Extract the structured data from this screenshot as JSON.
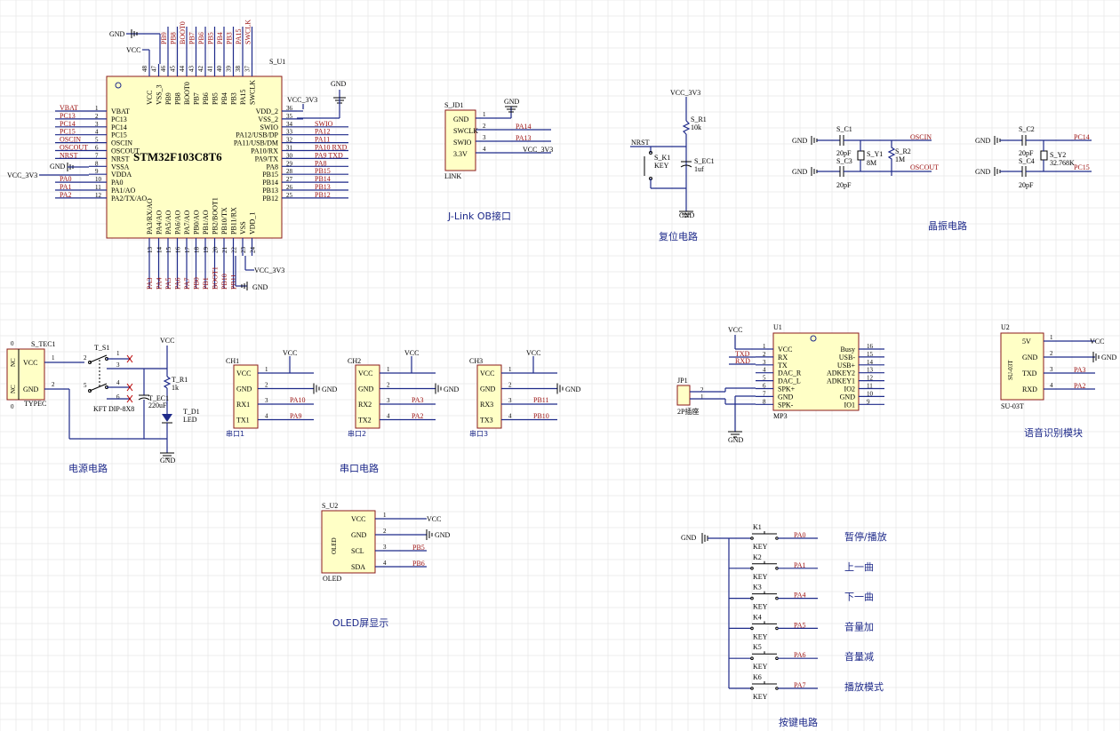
{
  "mcu": {
    "ref": "S_U1",
    "part": "STM32F103C8T6",
    "top_nets": [
      "PB9",
      "PB8",
      "BOOT0",
      "PB7",
      "PB6",
      "PB5",
      "PB4",
      "PB3",
      "PA15",
      "SWCLK"
    ],
    "top_pins": [
      "VCC",
      "VSS_3",
      "PB9",
      "PB8",
      "BOOT0",
      "PB7",
      "PB6",
      "PB5",
      "PB4",
      "PB3",
      "PA15",
      "SWCLK"
    ],
    "top_nums": [
      "48",
      "47",
      "46",
      "45",
      "44",
      "43",
      "42",
      "41",
      "40",
      "39",
      "38",
      "37"
    ],
    "left_nets": [
      "VBAT",
      "PC13",
      "PC14",
      "PC15",
      "OSCIN",
      "OSCOUT",
      "NRST",
      "",
      "",
      "PA0",
      "PA1",
      "PA2"
    ],
    "left_pins": [
      "VBAT",
      "PC13",
      "PC14",
      "PC15",
      "OSCIN",
      "OSCOUT",
      "NRST",
      "VSSA",
      "VDDA",
      "PA0",
      "PA1/AO",
      "PA2/TX/AO"
    ],
    "left_nums": [
      "1",
      "2",
      "3",
      "4",
      "5",
      "6",
      "7",
      "8",
      "9",
      "10",
      "11",
      "12"
    ],
    "right_pins": [
      "VDD_2",
      "VSS_2",
      "SWIO",
      "PA12/USB/DP",
      "PA11/USB/DM",
      "PA10/RX",
      "PA9/TX",
      "PA8",
      "PB15",
      "PB14",
      "PB13",
      "PB12"
    ],
    "right_nums": [
      "36",
      "35",
      "34",
      "33",
      "32",
      "31",
      "30",
      "29",
      "28",
      "27",
      "26",
      "25"
    ],
    "right_nets": [
      "",
      "",
      "SWIO",
      "PA12",
      "PA11",
      "PA10 RXD",
      "PA9 TXD",
      "PA8",
      "PB15",
      "PB14",
      "PB13",
      "PB12"
    ],
    "bottom_pins": [
      "PA3/RX/AO",
      "PA4/AO",
      "PA5/AO",
      "PA6/AO",
      "PA7/AO",
      "PB0/AO",
      "PB1/AO",
      "PB2/BOOT1",
      "PB10/TX",
      "PB11/RX",
      "VSS",
      "VDD_1"
    ],
    "bottom_nums": [
      "13",
      "14",
      "15",
      "16",
      "17",
      "18",
      "19",
      "20",
      "21",
      "22",
      "23",
      "24"
    ],
    "bottom_nets": [
      "PA3",
      "PA4",
      "PA5",
      "PA6",
      "PA7",
      "PB0",
      "PB1",
      "BOOT1",
      "PB10",
      "PB11"
    ],
    "gnd": "GND",
    "vcc": "VCC",
    "vcc33": "VCC_3V3"
  },
  "jlink": {
    "ref": "S_JD1",
    "footer": "LINK",
    "pins": [
      "GND",
      "SWCLK",
      "SWIO",
      "3.3V"
    ],
    "nums": [
      "1",
      "2",
      "3",
      "4"
    ],
    "nets": [
      "",
      "PA14",
      "PA13",
      "VCC_3V3"
    ],
    "gnd": "GND",
    "caption": "J-Link OB接口"
  },
  "reset": {
    "vcc": "VCC_3V3",
    "r_ref": "S_R1",
    "r_val": "10k",
    "net": "NRST",
    "k_ref": "S_K1",
    "k_val": "KEY",
    "c_ref": "S_EC1",
    "c_val": "1uf",
    "gnd": "GND",
    "caption": "复位电路"
  },
  "crystal": {
    "gnd": "GND",
    "c1": "S_C1",
    "c3": "S_C3",
    "c1v": "20pF",
    "c3v": "20pF",
    "y1": "S_Y1",
    "y1v": "8M",
    "r2": "S_R2",
    "r2v": "1M",
    "oscin": "OSCIN",
    "oscout": "OSCOUT",
    "c2": "S_C2",
    "c4": "S_C4",
    "c2v": "20pF",
    "c4v": "20pF",
    "y2": "S_Y2",
    "y2v": "32.768K",
    "pc14": "PC14",
    "pc15": "PC15",
    "caption": "晶振电路"
  },
  "power": {
    "ref": "S_TEC1",
    "part": "TYPEC",
    "pins": [
      "VCC",
      "GND"
    ],
    "nc": "NC",
    "nums": [
      "1",
      "2"
    ],
    "sw_ref": "T_S1",
    "sw_part": "KFT DIP-8X8",
    "sw_nums": [
      "2",
      "1",
      "3",
      "4",
      "5",
      "6"
    ],
    "vcc": "VCC",
    "r_ref": "T_R1",
    "r_val": "1k",
    "c_ref": "T_EC1",
    "c_val": "220uF",
    "d_ref": "T_D1",
    "d_val": "LED",
    "gnd": "GND",
    "zero": "0",
    "caption": "电源电路"
  },
  "uarts": {
    "modules": [
      {
        "ref": "CH1",
        "foot": "串口1",
        "pins": [
          "VCC",
          "GND",
          "RX1",
          "TX1"
        ],
        "nets": [
          "VCC",
          "GND",
          "PA10",
          "PA9"
        ]
      },
      {
        "ref": "CH2",
        "foot": "串口2",
        "pins": [
          "VCC",
          "GND",
          "RX2",
          "TX2"
        ],
        "nets": [
          "VCC",
          "GND",
          "PA3",
          "PA2"
        ]
      },
      {
        "ref": "CH3",
        "foot": "串口3",
        "pins": [
          "VCC",
          "GND",
          "RX3",
          "TX3"
        ],
        "nets": [
          "VCC",
          "GND",
          "PB11",
          "PB10"
        ]
      }
    ],
    "nums": [
      "1",
      "2",
      "3",
      "4"
    ],
    "caption": "串口电路"
  },
  "mp3": {
    "ref": "U1",
    "foot": "MP3",
    "vcc": "VCC",
    "txd": "TXD",
    "rxd": "RXD",
    "left_pins": [
      "VCC",
      "RX",
      "TX",
      "DAC_R",
      "DAC_L",
      "SPK+",
      "GND",
      "SPK-"
    ],
    "left_nums": [
      "1",
      "2",
      "3",
      "4",
      "5",
      "6",
      "7",
      "8"
    ],
    "right_pins": [
      "Busy",
      "USB-",
      "USB+",
      "ADKEY2",
      "ADKEY1",
      "IO2",
      "GND",
      "IO1"
    ],
    "right_nums": [
      "16",
      "15",
      "14",
      "13",
      "12",
      "11",
      "10",
      "9"
    ],
    "jp_ref": "JP1",
    "jp_foot": "2P插座",
    "jp_nums": [
      "2",
      "1"
    ],
    "gnd": "GND"
  },
  "voice": {
    "ref": "U2",
    "foot": "SU-03T",
    "chip_label": "SU-03T",
    "pins": [
      "5V",
      "GND",
      "TXD",
      "RXD"
    ],
    "nums": [
      "1",
      "2",
      "3",
      "4"
    ],
    "nets": [
      "VCC",
      "GND",
      "PA3",
      "PA2"
    ],
    "caption": "语音识别模块"
  },
  "oled": {
    "ref": "S_U2",
    "foot": "OLED",
    "chip_label": "OLED",
    "pins": [
      "VCC",
      "GND",
      "SCL",
      "SDA"
    ],
    "nums": [
      "1",
      "2",
      "3",
      "4"
    ],
    "nets": [
      "VCC",
      "GND",
      "PB5",
      "PB6"
    ],
    "caption": "OLED屏显示"
  },
  "keys": {
    "gnd": "GND",
    "items": [
      {
        "ref": "K1",
        "val": "KEY",
        "net": "PA0",
        "desc": "暂停/播放"
      },
      {
        "ref": "K2",
        "val": "KEY",
        "net": "PA1",
        "desc": "上一曲"
      },
      {
        "ref": "K3",
        "val": "KEY",
        "net": "PA4",
        "desc": "下一曲"
      },
      {
        "ref": "K4",
        "val": "KEY",
        "net": "PA5",
        "desc": "音量加"
      },
      {
        "ref": "K5",
        "val": "KEY",
        "net": "PA6",
        "desc": "音量减"
      },
      {
        "ref": "K6",
        "val": "KEY",
        "net": "PA7",
        "desc": "播放模式"
      }
    ],
    "caption": "按键电路"
  },
  "colors": {
    "wire": "#1e2a8a",
    "ic_fill": "#ffffc6",
    "ic_stroke": "#8b1a1a",
    "net_red": "#9b1010"
  }
}
